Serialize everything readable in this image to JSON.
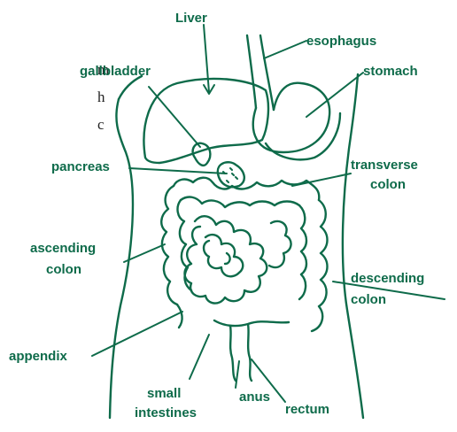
{
  "diagram": {
    "stroke_color": "#0e6b4a",
    "cut_text": [
      "m",
      "h",
      "c"
    ],
    "labels": {
      "liver": "Liver",
      "esophagus": "esophagus",
      "gallbladder": "gallbladder",
      "stomach": "stomach",
      "pancreas": "pancreas",
      "transverse_1": "transverse",
      "transverse_2": "colon",
      "ascending_1": "ascending",
      "ascending_2": "colon",
      "descending_1": "descending",
      "descending_2": "colon",
      "appendix": "appendix",
      "small_1": "small",
      "small_2": "intestines",
      "anus": "anus",
      "rectum": "rectum"
    }
  }
}
